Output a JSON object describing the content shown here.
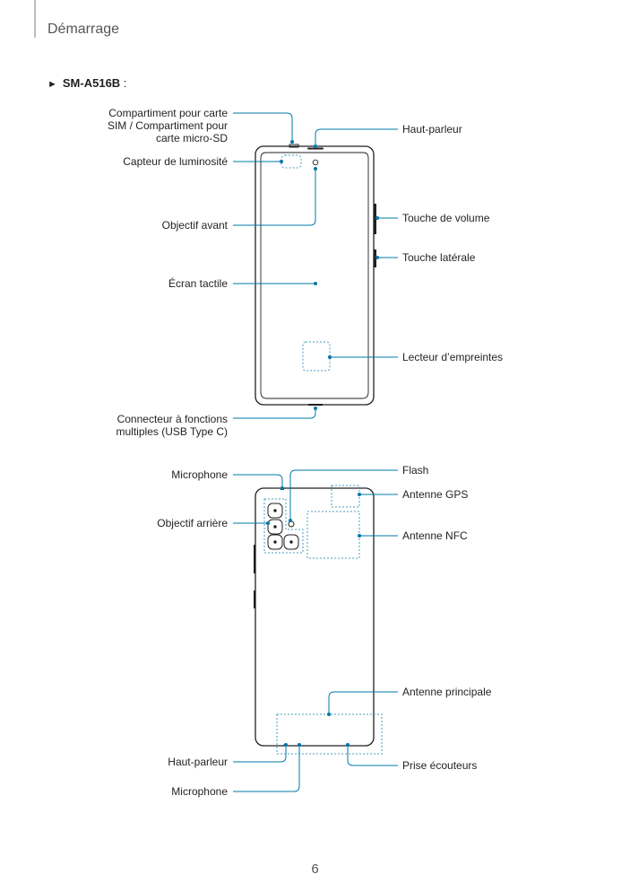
{
  "header": {
    "title": "Démarrage"
  },
  "model": {
    "arrow": "►",
    "name": "SM-A516B",
    "colon": " :"
  },
  "front": {
    "sim_tray": [
      "Compartiment pour carte",
      "SIM / Compartiment pour",
      "carte micro-SD"
    ],
    "light_sensor": "Capteur de luminosité",
    "front_camera": "Objectif avant",
    "touchscreen": "Écran tactile",
    "multipurpose_jack": [
      "Connecteur à fonctions",
      "multiples (USB Type C)"
    ],
    "speaker": "Haut-parleur",
    "volume_key": "Touche de volume",
    "side_key": "Touche latérale",
    "fingerprint": "Lecteur d’empreintes"
  },
  "back": {
    "microphone_top": "Microphone",
    "rear_camera": "Objectif arrière",
    "speaker": "Haut-parleur",
    "microphone_bottom": "Microphone",
    "flash": "Flash",
    "gps_antenna": "Antenne GPS",
    "nfc_antenna": "Antenne NFC",
    "main_antenna": "Antenne principale",
    "earphone_jack": "Prise écouteurs"
  },
  "colors": {
    "callout": "#0078a8",
    "outline": "#231f20",
    "dotted": "#4a9cc0"
  },
  "footer": {
    "page_number": "6"
  }
}
